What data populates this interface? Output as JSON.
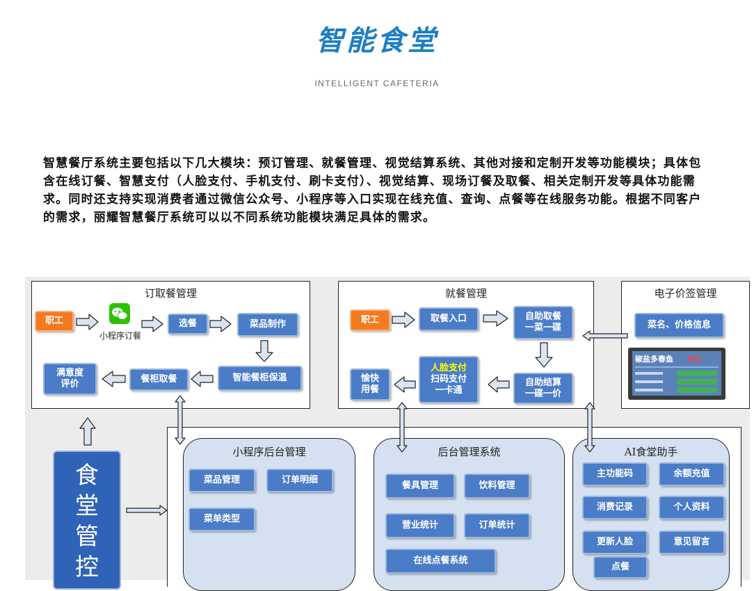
{
  "header": {
    "title": "智能食堂",
    "subtitle": "INTELLIGENT CAFETERIA"
  },
  "intro": {
    "paragraph": "智慧餐厅系统主要包括以下几大模块：预订管理、就餐管理、视觉结算系统、其他对接和定制开发等功能模块；具体包含在线订餐、智慧支付（人脸支付、手机支付、刷卡支付）、视觉结算、现场订餐及取餐、相关定制开发等具体功能需求。同时还支持实现消费者通过微信公众号、小程序等入口实现在线充值、查询、点餐等在线服务功能。根据不同客户的需求，丽耀智慧餐厅系统可以以不同系统功能模块满足具体的需求。"
  },
  "diagram": {
    "ordering": {
      "title": "订取餐管理",
      "staff": "职工",
      "miniapp_label": "小程序订餐",
      "select": "选餐",
      "cooking": "菜品制作",
      "warming": "智能餐柜保温",
      "pickup": "餐柜取餐",
      "rating_l1": "满意度",
      "rating_l2": "评价"
    },
    "dining": {
      "title": "就餐管理",
      "staff": "职工",
      "entry": "取餐入口",
      "self_take_l1": "自助取餐",
      "self_take_l2": "一菜一碟",
      "self_pay_l1": "自助结算",
      "self_pay_l2": "一碟一价",
      "pay_l1": "人脸支付",
      "pay_l2": "扫码支付",
      "pay_l3": "一卡通",
      "happy_l1": "愉快",
      "happy_l2": "用餐"
    },
    "price_tag": {
      "title": "电子价签管理",
      "info": "菜名、价格信息",
      "screen_dish": "椒盐多春鱼",
      "screen_price": "6元"
    },
    "canteen": {
      "c1": "食",
      "c2": "堂",
      "c3": "管",
      "c4": "控"
    },
    "miniapp_admin": {
      "title": "小程序后台管理",
      "items": [
        "菜品管理",
        "订单明细",
        "菜单类型"
      ]
    },
    "backend": {
      "title": "后台管理系统",
      "items": [
        "餐具管理",
        "饮料管理",
        "营业统计",
        "订单统计",
        "在线点餐系统"
      ]
    },
    "ai_assistant": {
      "title": "AI食堂助手",
      "items": [
        "主功能码",
        "余额充值",
        "消费记录",
        "个人资料",
        "更新人脸",
        "意见留言",
        "点餐"
      ]
    },
    "colors": {
      "box_blue": "#4a7cc7",
      "staff_orange": "#f47a1f",
      "rounded_panel": "#d5e1f1",
      "title_blue": "#1d7fc4"
    }
  }
}
